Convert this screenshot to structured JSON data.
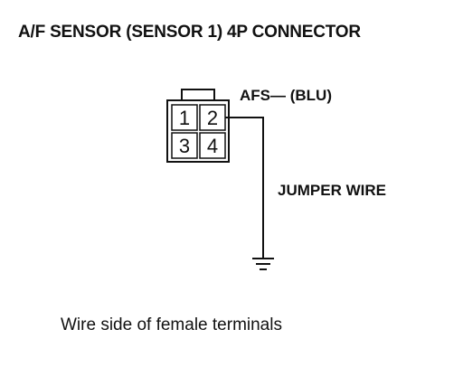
{
  "title": "A/F SENSOR (SENSOR 1) 4P CONNECTOR",
  "connector": {
    "pins": [
      "1",
      "2",
      "3",
      "4"
    ]
  },
  "afs_label": "AFS— (BLU)",
  "jumper_label": "JUMPER WIRE",
  "caption": "Wire side of female terminals",
  "ground_icon": "ground-symbol"
}
